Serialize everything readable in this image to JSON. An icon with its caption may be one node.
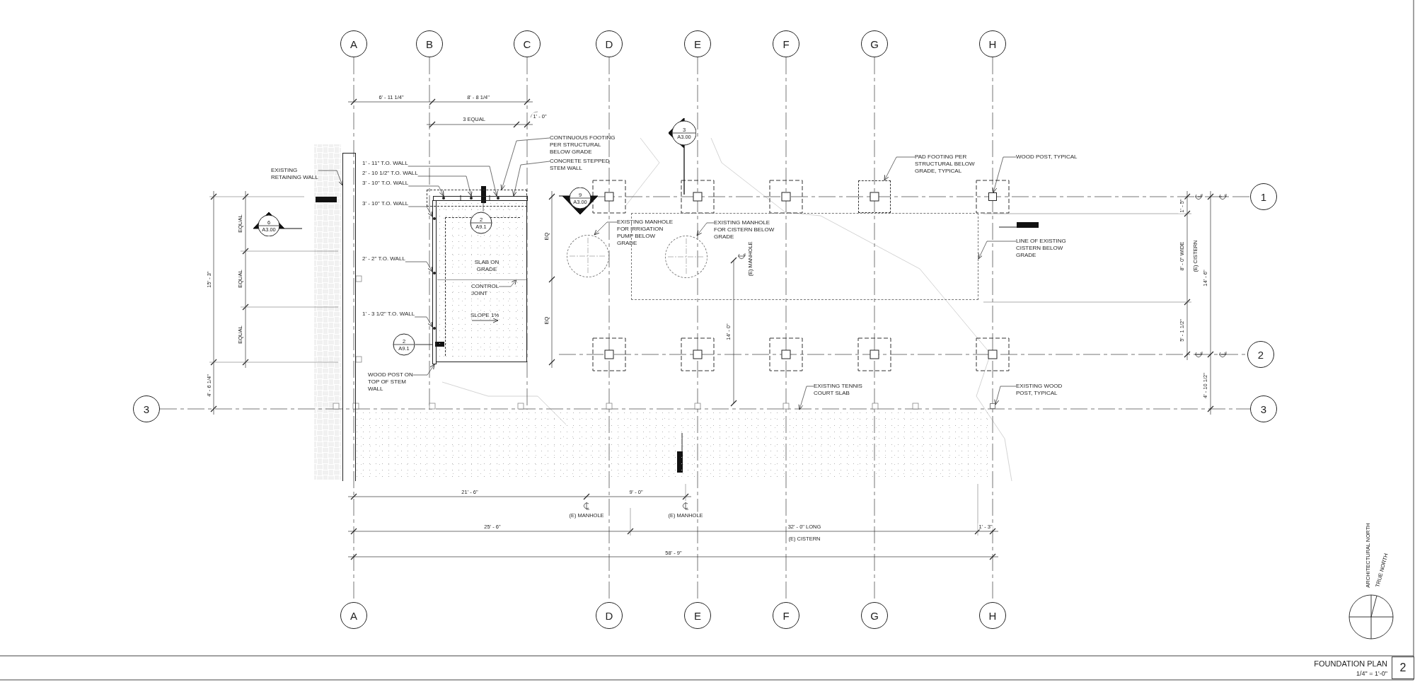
{
  "diagram": {
    "title": "FOUNDATION PLAN",
    "caption": "1/4\" = 1'-0\"",
    "nodes": [
      {
        "text": [
          "A"
        ]
      },
      {
        "text": [
          "B"
        ]
      },
      {
        "text": [
          "C"
        ]
      },
      {
        "text": [
          "D"
        ]
      },
      {
        "text": [
          "E"
        ]
      },
      {
        "text": [
          "F"
        ]
      },
      {
        "text": [
          "G"
        ]
      },
      {
        "text": [
          "H"
        ]
      },
      {
        "text": [
          "3",
          "A3.00"
        ]
      },
      {
        "text": [
          "CONTINUOUS FOOTING PER STRUCTURAL BELOW GRADE"
        ]
      },
      {
        "text": [
          "CONCRETE STEPPED STEM WALL"
        ]
      },
      {
        "text": [
          "PAD FOOTING PER STRUCTURAL BELOW GRADE, TYPICAL"
        ]
      },
      {
        "text": [
          "WOOD POST, TYPICAL"
        ]
      },
      {
        "text": [
          "EXISTING RETAINING WALL"
        ]
      },
      {
        "text": [
          "1' - 11\" T.O. WALL"
        ]
      },
      {
        "text": [
          "2' - 10 1/2\" T.O. WALL"
        ]
      },
      {
        "text": [
          "3' - 10\" T.O. WALL"
        ]
      },
      {
        "text": [
          "9",
          "A3.00"
        ]
      },
      {
        "text": [
          "1"
        ]
      },
      {
        "text": [
          "3' - 10\" T.O. WALL"
        ]
      },
      {
        "text": [
          "2",
          "A9.1"
        ],
        "in": 25
      },
      {
        "text": [
          "6",
          "A3.00"
        ]
      },
      {
        "text": [
          "EXISTING MANHOLE FOR IRRIGATION PUMP BELOW GRADE"
        ]
      },
      {
        "text": [
          "EXISTING MANHOLE FOR CISTERN BELOW GRADE"
        ],
        "in": 48
      },
      {
        "text": [
          "LINE OF EXISTING CISTERN BELOW GRADE"
        ]
      },
      {
        "text": [
          "SLAB ON GRADE",
          "SLOPE 1%"
        ]
      },
      {
        "text": [
          "CONTROL JOINT"
        ],
        "in": 25
      },
      {
        "text": [
          "2' - 2\" T.O. WALL"
        ]
      },
      {
        "text": [
          "1' - 3 1/2\" T.O. WALL"
        ]
      },
      {
        "text": [
          "2",
          "A9.1"
        ]
      },
      {
        "text": [
          "2"
        ]
      },
      {
        "text": [
          "WOOD POST ON TOP OF STEM WALL"
        ]
      },
      {
        "text": [
          "3"
        ]
      },
      {
        "text": [
          "EXISTING TENNIS COURT SLAB"
        ]
      },
      {
        "text": [
          "EXISTING WOOD POST, TYPICAL"
        ]
      },
      {
        "text": [
          "3"
        ]
      },
      {
        "text": [
          "A"
        ]
      },
      {
        "text": [
          "D"
        ]
      },
      {
        "text": [
          "E"
        ]
      },
      {
        "text": [
          "F"
        ]
      },
      {
        "text": [
          "G"
        ]
      },
      {
        "text": [
          "H"
        ]
      },
      {
        "text": [],
        "shape": "box"
      },
      {
        "text": [],
        "shape": "bar",
        "in": 42
      },
      {
        "text": [],
        "shape": "bar"
      },
      {
        "text": [],
        "shape": "box"
      },
      {
        "text": [],
        "shape": "box"
      },
      {
        "text": [],
        "shape": "circle"
      },
      {
        "text": [],
        "shape": "box"
      },
      {
        "text": [],
        "shape": "circle",
        "in": 48
      },
      {
        "text": [],
        "shape": "box"
      },
      {
        "text": [],
        "shape": "box"
      },
      {
        "text": [],
        "shape": "bar",
        "in": 25
      },
      {
        "text": [],
        "shape": "bar"
      }
    ],
    "edges": [
      {
        "from": 9,
        "to": 42,
        "arrow": "to"
      },
      {
        "from": 10,
        "to": 43,
        "arrow": "to"
      },
      {
        "from": 11,
        "to": 45,
        "arrow": "to"
      },
      {
        "from": 12,
        "to": 46,
        "arrow": "to"
      },
      {
        "from": 13,
        "to": 44,
        "arrow": "to"
      },
      {
        "from": 14,
        "to": 43,
        "arrow": "to"
      },
      {
        "from": 15,
        "to": 43,
        "arrow": "to"
      },
      {
        "from": 16,
        "to": 43,
        "arrow": "to"
      },
      {
        "from": 20,
        "to": 43,
        "arrow": "none"
      },
      {
        "from": 19,
        "to": 53,
        "arrow": "to"
      },
      {
        "from": 22,
        "to": 47,
        "arrow": "to"
      },
      {
        "from": 23,
        "to": 49,
        "arrow": "to"
      },
      {
        "from": 24,
        "to": 48,
        "arrow": "to"
      },
      {
        "from": 26,
        "to": 52,
        "arrow": "to"
      },
      {
        "from": 27,
        "to": 53,
        "arrow": "to"
      },
      {
        "from": 28,
        "to": 53,
        "arrow": "to"
      },
      {
        "from": 29,
        "to": 53,
        "arrow": "none"
      },
      {
        "from": 31,
        "to": 53,
        "arrow": "to"
      },
      {
        "from": 33,
        "to": 50,
        "arrow": "to"
      },
      {
        "from": 34,
        "to": 51,
        "arrow": "to"
      }
    ],
    "labels": [
      "6' - 11 1/4\"",
      "8' - 8 1/4\"",
      "3 EQUAL",
      "1' - 0\"",
      "EQUAL",
      "EQUAL",
      "EQUAL",
      "15' - 3\"",
      "4' - 6 1/4\"",
      "EQ",
      "EQ",
      "(E) MANHOLE",
      "14' - 0\"",
      "1' - 5\"",
      "8' - 0\" WIDE",
      "(E) CISTERN",
      "14' - 6\"",
      "5' - 1 1/2\"",
      "4' - 10 1/2\"",
      "21' - 6\"",
      "9' - 0\"",
      "(E) MANHOLE",
      "(E) MANHOLE",
      "25' - 6\"",
      "32' - 0\" LONG",
      "(E) CISTERN",
      "1' - 3\"",
      "58' - 9\"",
      "ARCHITECTURAL NORTH",
      "TRUE NORTH",
      "2"
    ]
  }
}
